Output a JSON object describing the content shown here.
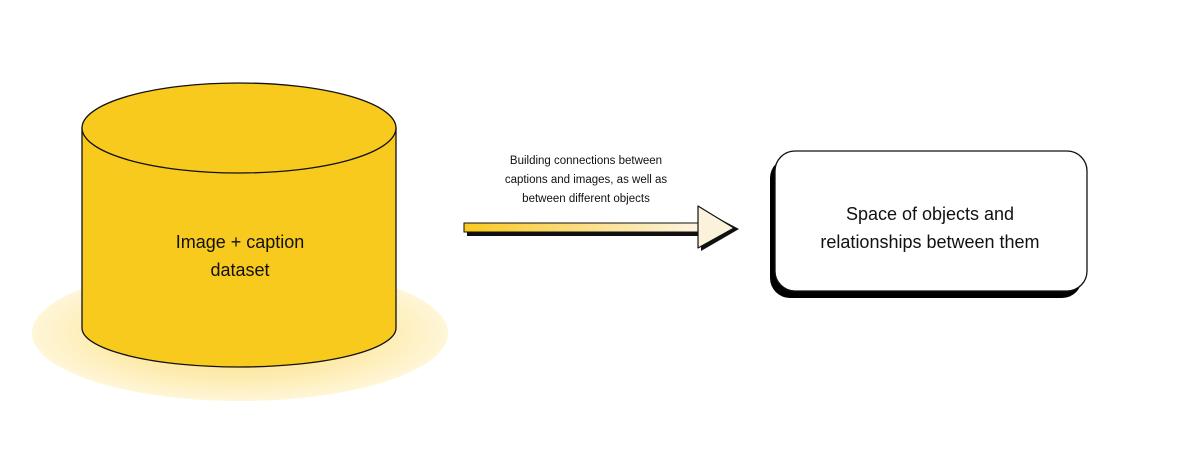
{
  "nodes": {
    "dataset": {
      "label_line1": "Image + caption",
      "label_line2": "dataset"
    },
    "space": {
      "label_line1": "Space of objects and",
      "label_line2": "relationships between them"
    }
  },
  "edge": {
    "label_line1": "Building connections between",
    "label_line2": "captions and images, as well as",
    "label_line3": "between different objects"
  },
  "colors": {
    "cylinder_fill": "#F9CA1E",
    "shadow_glow": "#FDEBAE",
    "outline": "#111111",
    "arrow_head_fill": "#FBF2DC",
    "box_fill": "#FFFFFF",
    "box_shadow": "#000000"
  }
}
